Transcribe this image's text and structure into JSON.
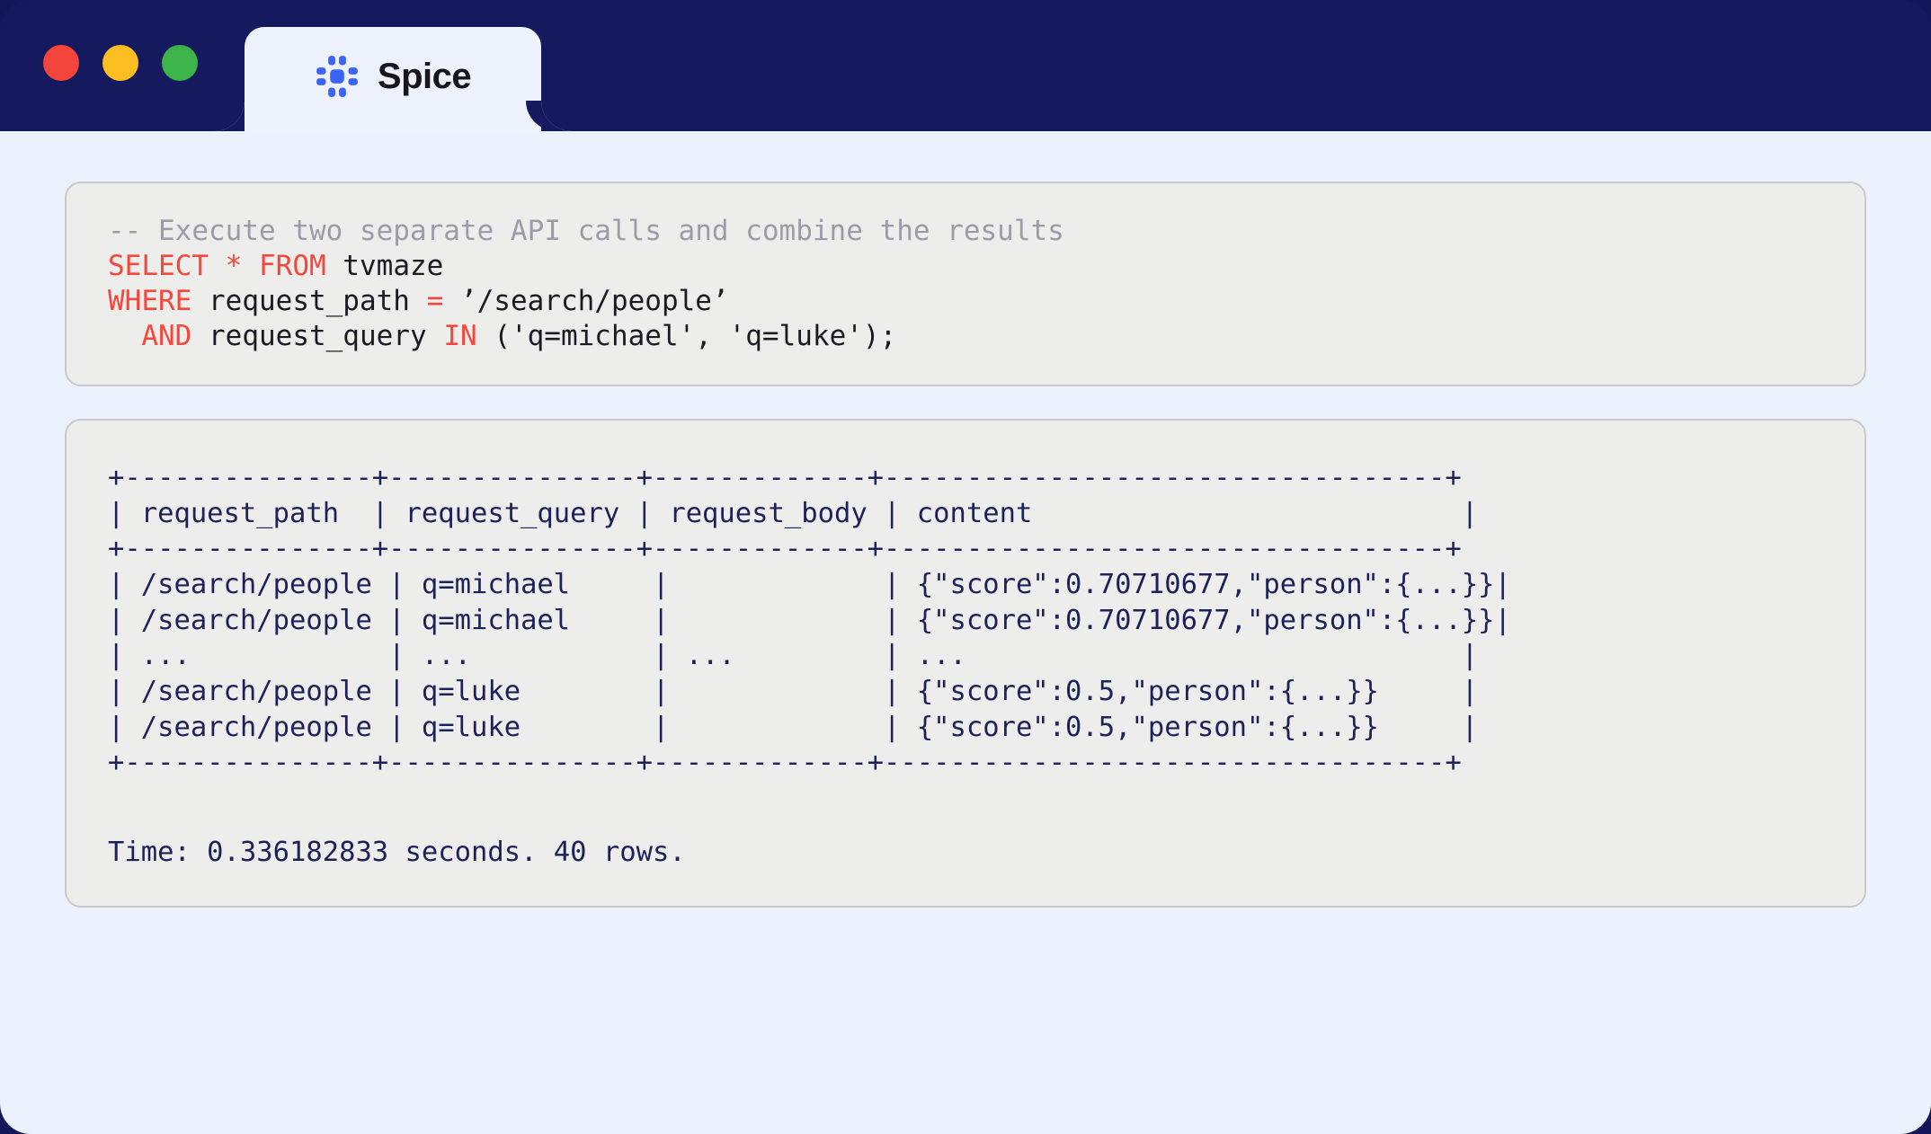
{
  "window": {
    "traffic_lights": [
      {
        "name": "close",
        "color": "#f4453c"
      },
      {
        "name": "minimize",
        "color": "#fcbe21"
      },
      {
        "name": "zoom",
        "color": "#3cb44a"
      }
    ],
    "chrome_color": "#151a5e",
    "page_background": "#ecf1fe"
  },
  "tab": {
    "label": "Spice",
    "icon": "spice-chip-icon",
    "icon_color": "#3b63f6"
  },
  "sql_card": {
    "comment": "-- Execute two separate API calls and combine the results",
    "lines": [
      {
        "keyword": "SELECT",
        "rest_a": " * ",
        "keyword_b": "FROM",
        "rest_b": " tvmaze"
      },
      {
        "keyword": "WHERE",
        "rest_a": " request_path ",
        "keyword_b": "=",
        "rest_b": " ’/search/people’"
      },
      {
        "keyword": "AND",
        "rest_a": " request_query ",
        "keyword_b": "IN",
        "rest_b": " ('q=michael', 'q=luke');"
      }
    ],
    "full_text": "-- Execute two separate API calls and combine the results\nSELECT * FROM tvmaze\nWHERE request_path = '/search/people'\n  AND request_query IN ('q=michael', 'q=luke');",
    "keyword_color": "#f5473c",
    "comment_color": "#9c9ca9"
  },
  "results_card": {
    "text_color": "#1e2158",
    "columns": [
      "request_path",
      "request_query",
      "request_body",
      "content"
    ],
    "rows": [
      {
        "request_path": "/search/people",
        "request_query": "q=michael",
        "request_body": "",
        "content": "{\"score\":0.70710677,\"person\":{...}}"
      },
      {
        "request_path": "/search/people",
        "request_query": "q=michael",
        "request_body": "",
        "content": "{\"score\":0.70710677,\"person\":{...}}"
      },
      {
        "request_path": "...",
        "request_query": "...",
        "request_body": "...",
        "content": "..."
      },
      {
        "request_path": "/search/people",
        "request_query": "q=luke",
        "request_body": "",
        "content": "{\"score\":0.5,\"person\":{...}}"
      },
      {
        "request_path": "/search/people",
        "request_query": "q=luke",
        "request_body": "",
        "content": "{\"score\":0.5,\"person\":{...}}"
      }
    ],
    "ascii_table": "+---------------+---------------+-------------+----------------------------------+\n| request_path  | request_query | request_body | content                          |\n+---------------+---------------+-------------+----------------------------------+\n| /search/people | q=michael     |             | {\"score\":0.70710677,\"person\":{...}}|\n| /search/people | q=michael     |             | {\"score\":0.70710677,\"person\":{...}}|\n| ...            | ...           | ...         | ...                              |\n| /search/people | q=luke        |             | {\"score\":0.5,\"person\":{...}}     |\n| /search/people | q=luke        |             | {\"score\":0.5,\"person\":{...}}     |\n+---------------+---------------+-------------+----------------------------------+",
    "status": {
      "full": "Time: 0.336182833 seconds. 40 rows.",
      "time_seconds": "0.336182833",
      "row_count": "40"
    }
  }
}
